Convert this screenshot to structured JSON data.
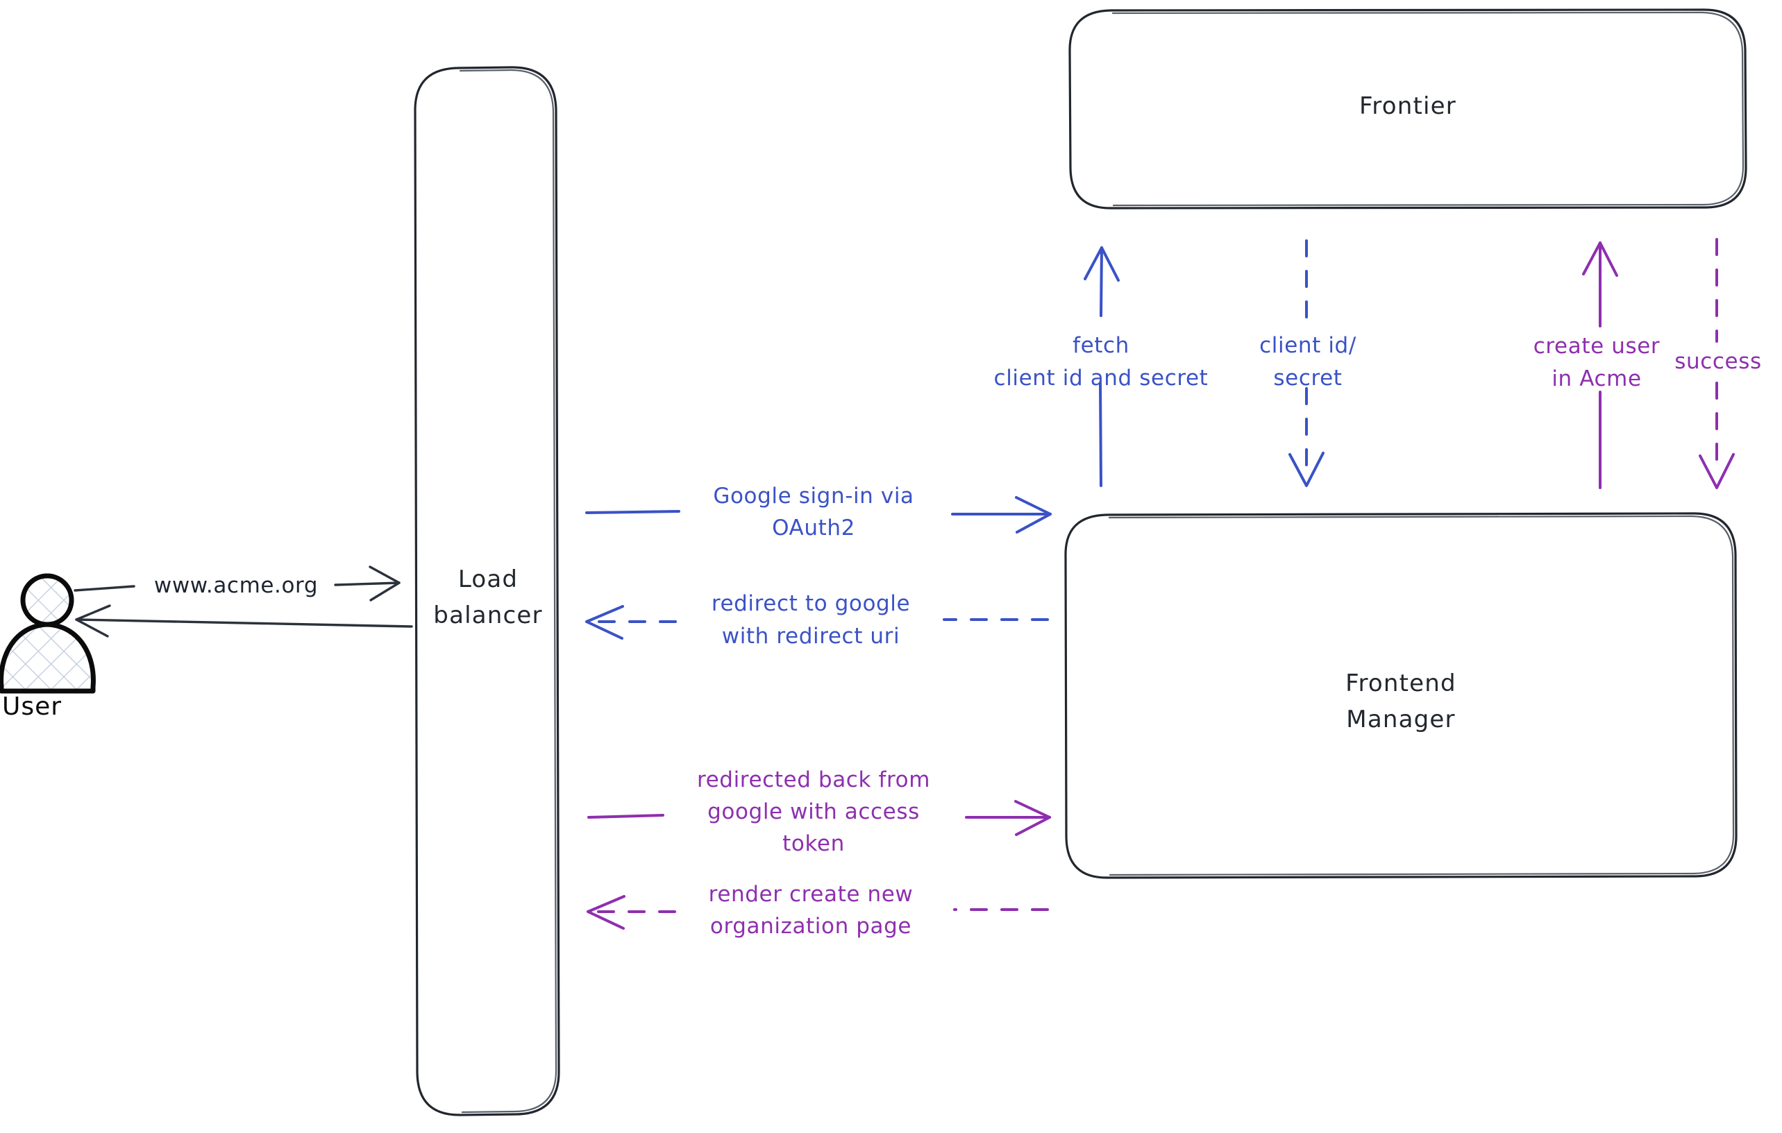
{
  "diagram": {
    "type": "architecture-sequence-flow",
    "background_color": "#ffffff",
    "colors": {
      "dark_stroke": "#22272e",
      "blue": "#3a52c6",
      "purple": "#8e2faf",
      "actor_hatch": "#c8d2e0"
    },
    "actors": [
      {
        "id": "user",
        "label": "User",
        "kind": "person-actor"
      }
    ],
    "nodes": [
      {
        "id": "load-balancer",
        "label": "Load\nbalancer",
        "line1": "Load",
        "line2": "balancer",
        "shape": "rounded-rect-tall"
      },
      {
        "id": "frontier",
        "label": "Frontier",
        "shape": "rounded-rect"
      },
      {
        "id": "frontend-manager",
        "label": "Frontend\nManager",
        "line1": "Frontend",
        "line2": "Manager",
        "shape": "rounded-rect"
      }
    ],
    "edges": [
      {
        "id": "user-to-lb",
        "from": "user",
        "to": "load-balancer",
        "label": "www.acme.org",
        "color": "#2b323c",
        "style": "solid",
        "direction": "right"
      },
      {
        "id": "lb-to-user",
        "from": "load-balancer",
        "to": "user",
        "label": "",
        "color": "#2b323c",
        "style": "solid",
        "direction": "left"
      },
      {
        "id": "lb-to-fm-signin",
        "from": "load-balancer",
        "to": "frontend-manager",
        "label_line1": "Google sign-in via",
        "label_line2": "OAuth2",
        "color": "#3a52c6",
        "style": "solid",
        "direction": "right"
      },
      {
        "id": "fm-to-lb-redirect",
        "from": "frontend-manager",
        "to": "load-balancer",
        "label_line1": "redirect to google",
        "label_line2": "with redirect uri",
        "color": "#3a52c6",
        "style": "dashed",
        "direction": "left"
      },
      {
        "id": "lb-to-fm-token",
        "from": "load-balancer",
        "to": "frontend-manager",
        "label_line1": "redirected back from",
        "label_line2": "google with access",
        "label_line3": "token",
        "color": "#8e2faf",
        "style": "solid",
        "direction": "right"
      },
      {
        "id": "fm-to-lb-render",
        "from": "frontend-manager",
        "to": "load-balancer",
        "label_line1": "render create new",
        "label_line2": "organization page",
        "color": "#8e2faf",
        "style": "dashed",
        "direction": "left"
      },
      {
        "id": "fm-to-frontier-fetch",
        "from": "frontend-manager",
        "to": "frontier",
        "label_line1": "fetch",
        "label_line2": "client id and secret",
        "color": "#3a52c6",
        "style": "solid",
        "direction": "up"
      },
      {
        "id": "frontier-to-fm-creds",
        "from": "frontier",
        "to": "frontend-manager",
        "label_line1": "client id/",
        "label_line2": "secret",
        "color": "#3a52c6",
        "style": "dashed",
        "direction": "down"
      },
      {
        "id": "fm-to-frontier-create-user",
        "from": "frontend-manager",
        "to": "frontier",
        "label_line1": "create user",
        "label_line2": "in Acme",
        "color": "#8e2faf",
        "style": "solid",
        "direction": "up"
      },
      {
        "id": "frontier-to-fm-success",
        "from": "frontier",
        "to": "frontend-manager",
        "label_line1": "success",
        "color": "#8e2faf",
        "style": "dashed",
        "direction": "down"
      }
    ]
  }
}
